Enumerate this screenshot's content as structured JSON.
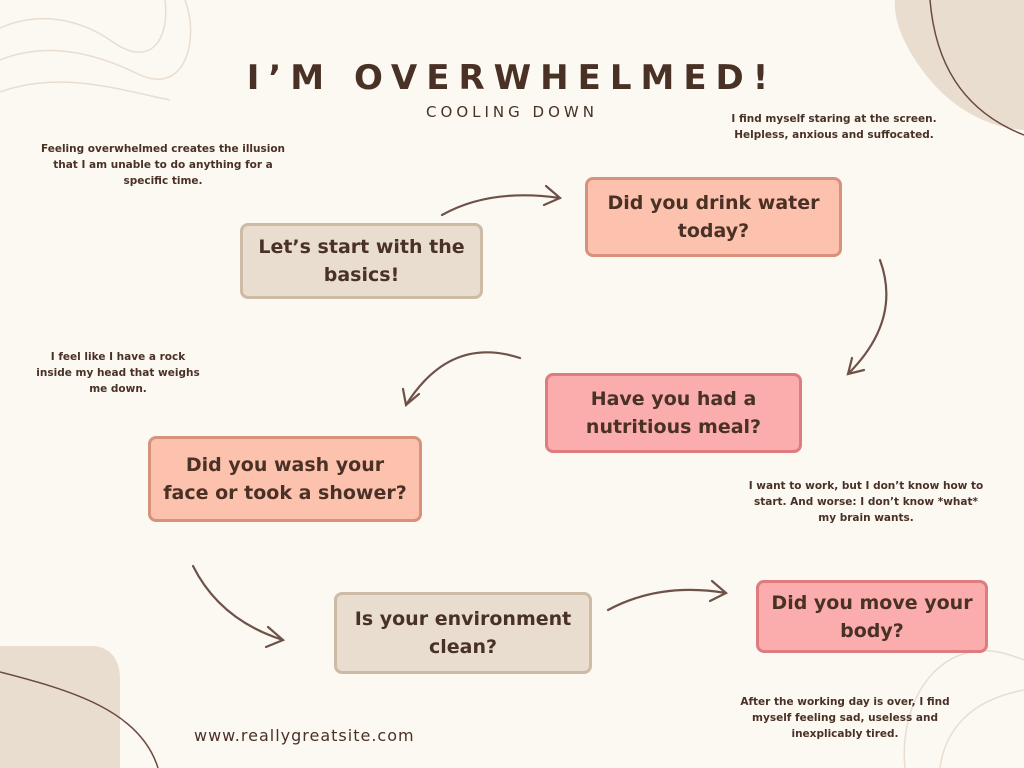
{
  "title": "I’M OVERWHELMED!",
  "subtitle": "COOLING DOWN",
  "website": "www.reallygreatsite.com",
  "colors": {
    "background": "#fcf9f2",
    "text": "#4a3126",
    "beige_box": "#e9ddd0",
    "peach_box": "#fdc2ae",
    "pink_box": "#fbacac",
    "decor_shape": "#e9ddd0"
  },
  "steps": {
    "basics": "Let’s start with the basics!",
    "water": "Did you drink water today?",
    "meal": "Have you had a nutritious meal?",
    "shower": "Did you wash your face or took a shower?",
    "environment": "Is your environment clean?",
    "move": "Did you move your body?"
  },
  "notes": {
    "illusion": "Feeling overwhelmed creates the illusion that I am unable to do anything for a specific time.",
    "staring": "I find myself staring at the screen. Helpless, anxious and suffocated.",
    "rock": "I feel like I have a rock inside my head that weighs me down.",
    "work": "I want to work, but I don’t know how to start. And worse: I don’t know *what* my brain wants.",
    "tired": "After the working day is over, I find myself feeling sad, useless and inexplicably tired."
  }
}
